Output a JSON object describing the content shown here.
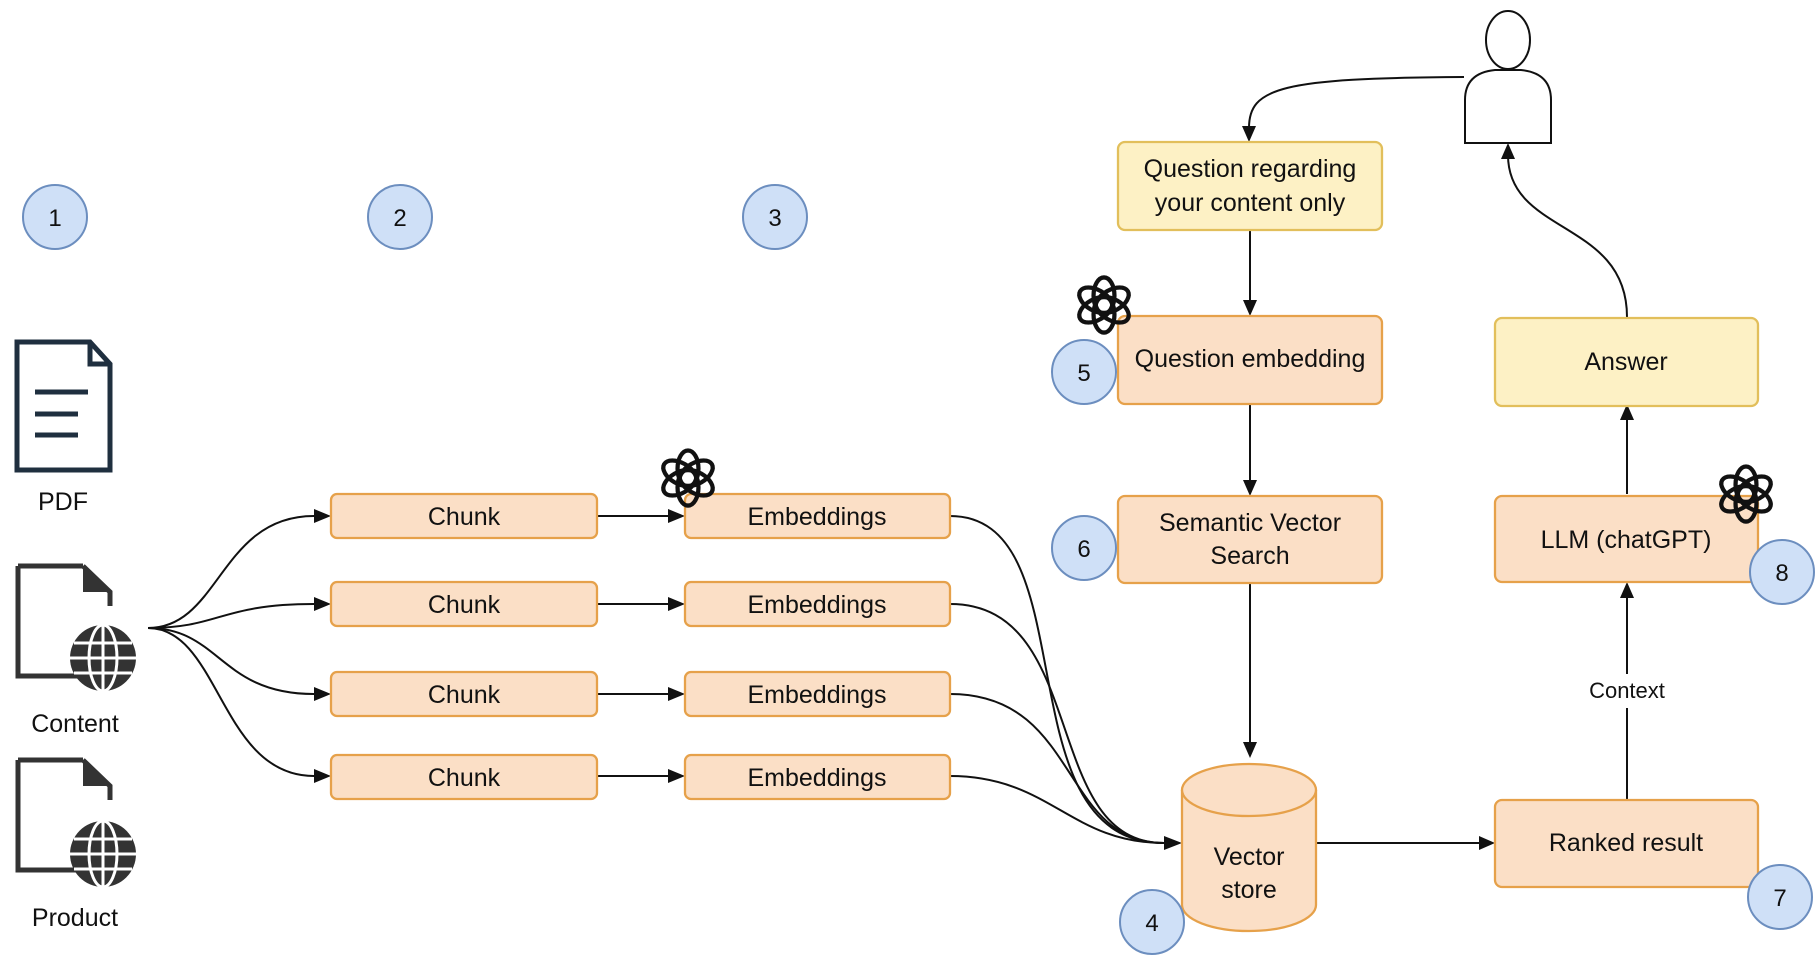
{
  "steps": [
    "1",
    "2",
    "3",
    "4",
    "5",
    "6",
    "7",
    "8"
  ],
  "sources": {
    "pdf": {
      "label": "PDF",
      "icon": "pdf-document-icon"
    },
    "content": {
      "label": "Content",
      "icon": "web-document-icon"
    },
    "product": {
      "label": "Product",
      "icon": "web-document-icon"
    }
  },
  "chunks": [
    "Chunk",
    "Chunk",
    "Chunk",
    "Chunk"
  ],
  "embeddings": [
    "Embeddings",
    "Embeddings",
    "Embeddings",
    "Embeddings"
  ],
  "vector_store": {
    "line1": "Vector",
    "line2": "store"
  },
  "question": {
    "line1": "Question regarding",
    "line2": "your content only"
  },
  "question_embedding": "Question embedding",
  "semantic_search": {
    "line1": "Semantic Vector",
    "line2": "Search"
  },
  "ranked_result": "Ranked result",
  "context_label": "Context",
  "llm": "LLM (chatGPT)",
  "answer": "Answer",
  "icons": {
    "openai": "openai-logo-icon",
    "user": "user-icon"
  },
  "colors": {
    "badge_fill": "#cfe0f7",
    "badge_stroke": "#6c8ebf",
    "process_fill": "#fbdfc6",
    "process_stroke": "#e6a14a",
    "io_fill": "#fdf1c5",
    "io_stroke": "#e2bf5b"
  }
}
